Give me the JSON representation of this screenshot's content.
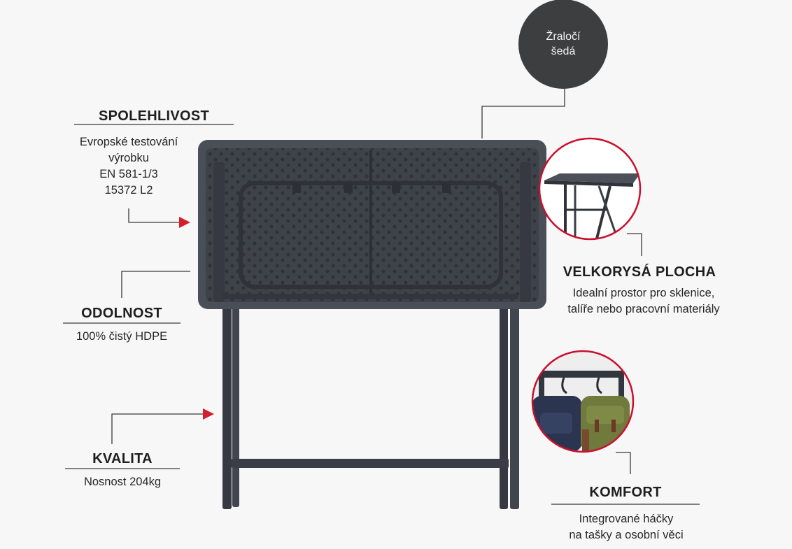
{
  "badge": {
    "color_name": "Žraločí šedá",
    "line1": "Žraločí",
    "line2": "šedá"
  },
  "features": {
    "spolehlivost": {
      "title": "SPOLEHLIVOST",
      "line1": "Evropské testování",
      "line2": "výrobku",
      "line3": "EN 581-1/3",
      "line4": "15372 L2"
    },
    "odolnost": {
      "title": "ODOLNOST",
      "line1": "100% čistý HDPE"
    },
    "kvalita": {
      "title": "KVALITA",
      "line1": "Nosnost 204kg"
    },
    "velkorysa": {
      "title": "VELKORYSÁ PLOCHA",
      "line1": "Idealní prostor pro sklenice,",
      "line2": "talíře nebo pracovní materiály"
    },
    "komfort": {
      "title": "KOMFORT",
      "line1": "Integrované háčky",
      "line2": "na tašky a osobní věci"
    }
  },
  "colors": {
    "product": "#3b3f47",
    "accent_arrow": "#d21f2b",
    "circle_border": "#c8102e",
    "badge_fill": "#3d3e40",
    "leader_line": "#3a3a3a"
  },
  "icons": [
    "arrow-right-icon",
    "table-thumbnail-image",
    "hooks-bags-image"
  ]
}
